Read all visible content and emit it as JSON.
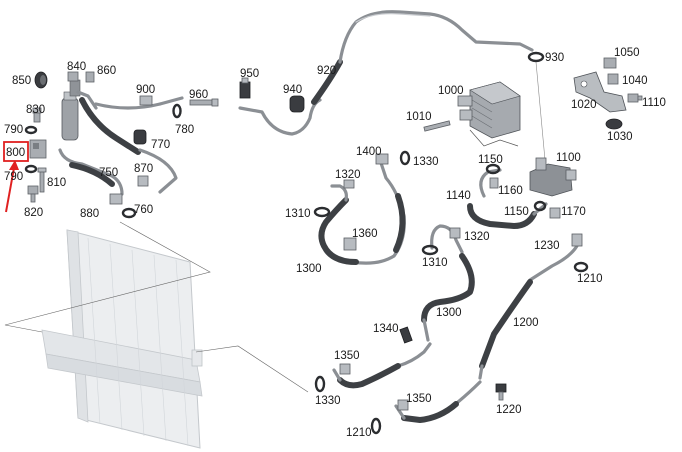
{
  "labels": {
    "l850": "850",
    "l840": "840",
    "l860": "860",
    "l830": "830",
    "l790a": "790",
    "l800": "800",
    "l790b": "790",
    "l810": "810",
    "l820": "820",
    "l750": "750",
    "l880": "880",
    "l760": "760",
    "l870": "870",
    "l900": "900",
    "l770": "770",
    "l780": "780",
    "l960": "960",
    "l950": "950",
    "l940": "940",
    "l920": "920",
    "l930": "930",
    "l1000": "1000",
    "l1010": "1010",
    "l1050": "1050",
    "l1040": "1040",
    "l1020": "1020",
    "l1110": "1110",
    "l1030": "1030",
    "l1400": "1400",
    "l1330a": "1330",
    "l1320a": "1320",
    "l1310a": "1310",
    "l1360": "1360",
    "l1300a": "1300",
    "l1150a": "1150",
    "l1100": "1100",
    "l1140": "1140",
    "l1160": "1160",
    "l1150b": "1150",
    "l1170": "1170",
    "l1320b": "1320",
    "l1230": "1230",
    "l1310b": "1310",
    "l1210a": "1210",
    "l1300b": "1300",
    "l1200": "1200",
    "l1340": "1340",
    "l1350a": "1350",
    "l1330b": "1330",
    "l1350b": "1350",
    "l1220": "1220",
    "l1210b": "1210"
  },
  "highlight": {
    "color": "#e02020"
  }
}
